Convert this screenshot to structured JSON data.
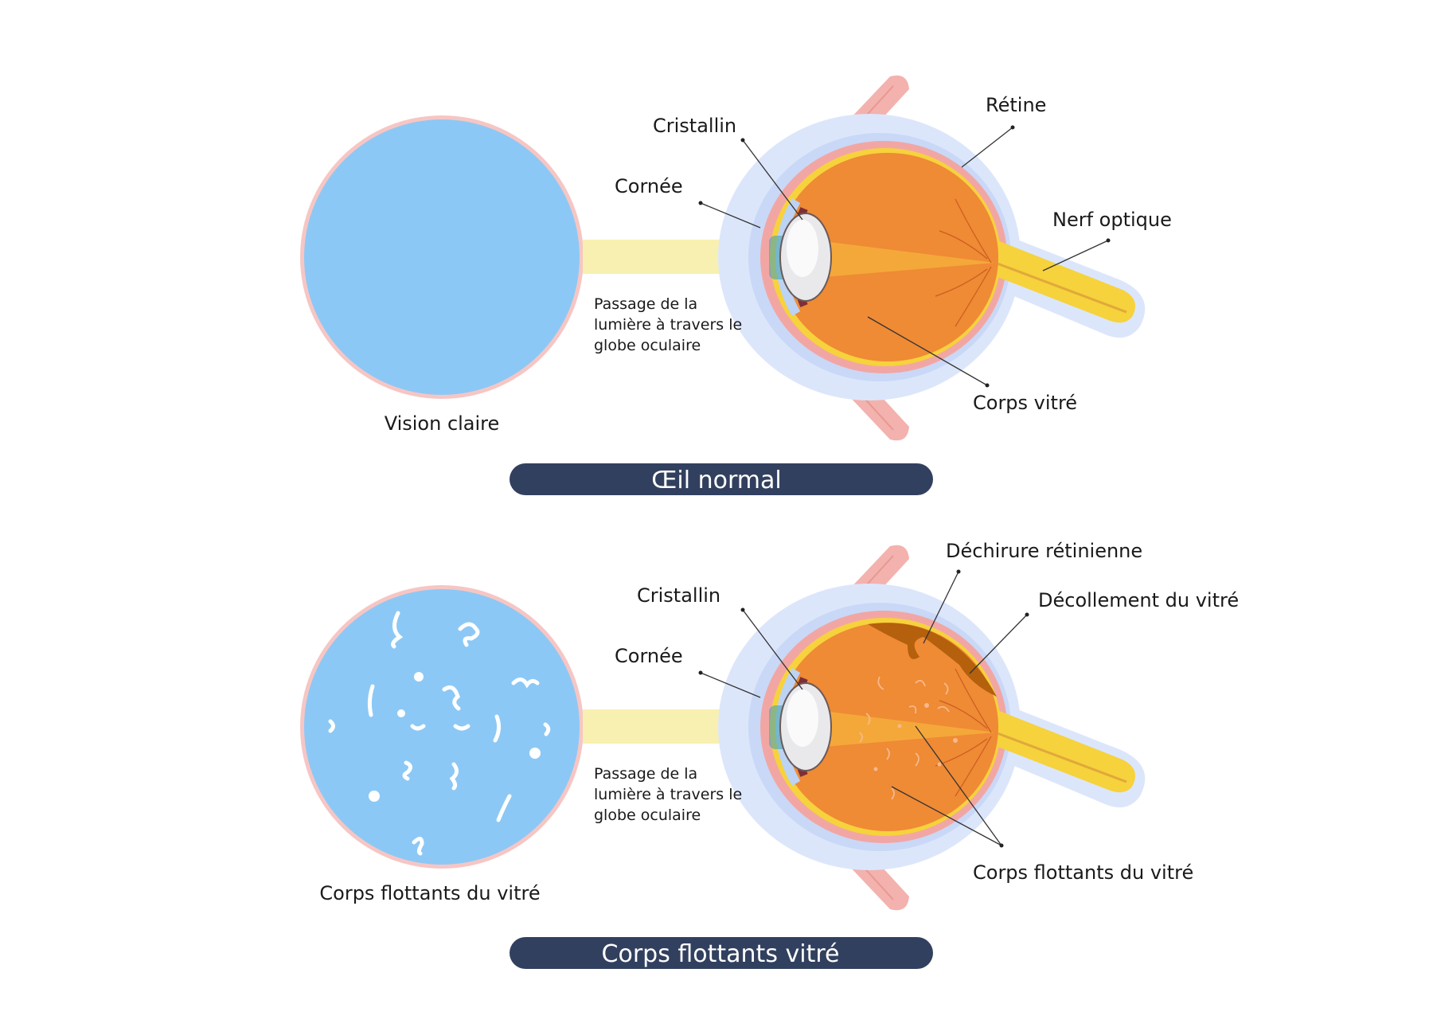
{
  "colors": {
    "view_blue": "#8cc8f5",
    "view_ring": "#f6c6c4",
    "light_beam": "#f8f0b0",
    "vitreous": "#ef8a35",
    "retina_yellow": "#f6d23c",
    "sclera_pink": "#f2a6a4",
    "outer_glow": "#dce6fb",
    "banner": "#32405f",
    "detachment": "#b4600c"
  },
  "normal": {
    "view_caption": "Vision claire",
    "light_text": [
      "Passage de la",
      "lumière à travers le",
      "globe oculaire"
    ],
    "labels": {
      "cristallin": "Cristallin",
      "cornee": "Cornée",
      "retine": "Rétine",
      "nerf": "Nerf optique",
      "vitre": "Corps vitré"
    },
    "banner": "Œil normal"
  },
  "floaters": {
    "view_caption": "Corps flottants du vitré",
    "light_text": [
      "Passage de la",
      "lumière à travers le",
      "globe oculaire"
    ],
    "labels": {
      "cristallin": "Cristallin",
      "cornee": "Cornée",
      "dechirure": "Déchirure rétinienne",
      "decollement": "Décollement du vitré",
      "flottants": "Corps flottants du vitré"
    },
    "banner": "Corps flottants vitré"
  }
}
